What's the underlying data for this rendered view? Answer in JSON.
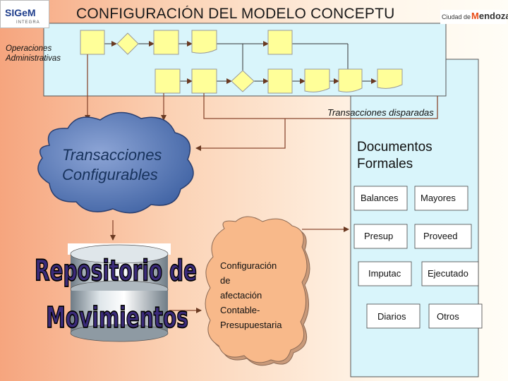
{
  "title": "CONFIGURACIÓN DEL MODELO CONCEPTU",
  "logos": {
    "left_main": "SIGeM",
    "left_sub": "INTEGRA",
    "right_prefix": "Ciudad de",
    "right_name_a": "M",
    "right_name_b": "endoza"
  },
  "operations_label": [
    "Operaciones",
    "Administrativas"
  ],
  "triggered_label": "Transacciones disparadas",
  "cloud_label": [
    "Transacciones",
    "Configurables"
  ],
  "repository_label": [
    "Repositorio de",
    "Movimientos"
  ],
  "config_label": [
    "Configuración",
    "de",
    "afectación",
    "Contable-",
    "Presupuestaria"
  ],
  "documents": {
    "title": [
      "Documentos",
      "Formales"
    ],
    "items": [
      "Balances",
      "Mayores",
      "Presup",
      "Proveed",
      "Imputac",
      "Ejecutado",
      "Diarios",
      "Otros"
    ]
  },
  "colors": {
    "process_box_fill": "#ffff99",
    "panel_fill": "#d9f5fb",
    "cloud_fill": "#5f80b9",
    "config_cloud_fill": "#f8b98a",
    "arrow_color": "#8a4a32"
  }
}
